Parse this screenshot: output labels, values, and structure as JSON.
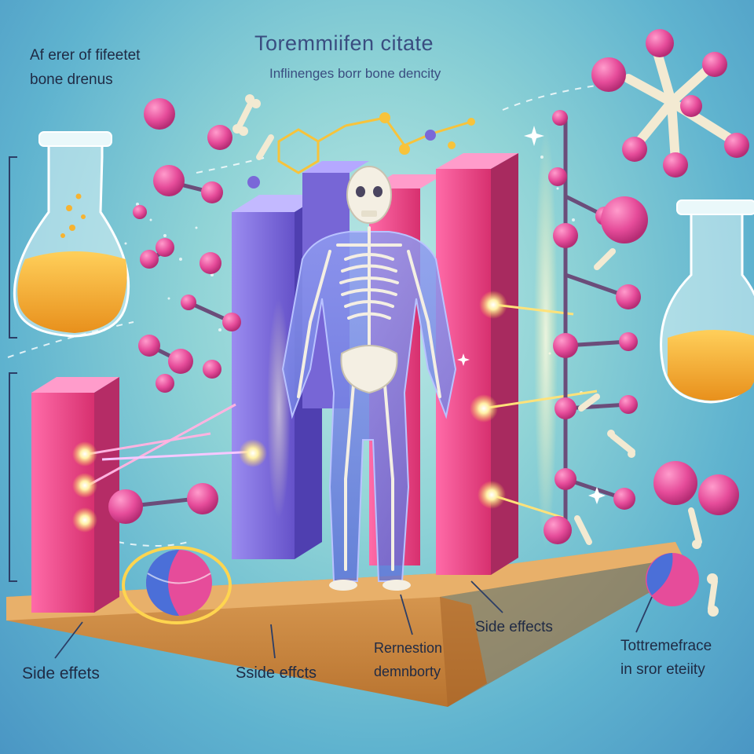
{
  "title": "Toremmiifen citate",
  "subtitle": "Inflinenges borr bone dencity",
  "top_left_caption": {
    "line1": "Af erer of fifeetet",
    "line2": "bone drenus"
  },
  "bottom_labels": {
    "left": "Side effets",
    "center_left": "Sside effcts",
    "center_line1": "Rernestion",
    "center_line2": "demnborty",
    "right": "Side effects",
    "far_right_line1": "Tottremefrace",
    "far_right_line2": "in sror eteiity"
  },
  "colors": {
    "background": "#6fc2d3",
    "pink_bar": "#e0407d",
    "purple_bar": "#7a68d8",
    "molecule": "#e64c9a",
    "bone": "#f3ead2",
    "board": "#c8843e",
    "liquid": "#f3a82a",
    "title": "#3a4d80"
  },
  "icons": [
    "flask-icon",
    "skeleton-figure",
    "molecule-icon",
    "bone-icon",
    "glow-node"
  ]
}
